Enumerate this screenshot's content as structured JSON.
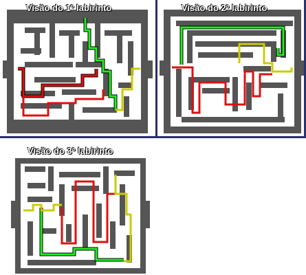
{
  "panels": [
    {
      "title": "Visão do 1º labirinto"
    },
    {
      "title": "Visão do 2º labirinto"
    },
    {
      "title": "Visão do 3º labirinto"
    }
  ],
  "legend_colors": {
    "path_red": "#dd1111",
    "path_green": "#22ee22",
    "path_yellow": "#cccc00",
    "maze_wall": "#555555",
    "maze_path": "#ffffff"
  }
}
